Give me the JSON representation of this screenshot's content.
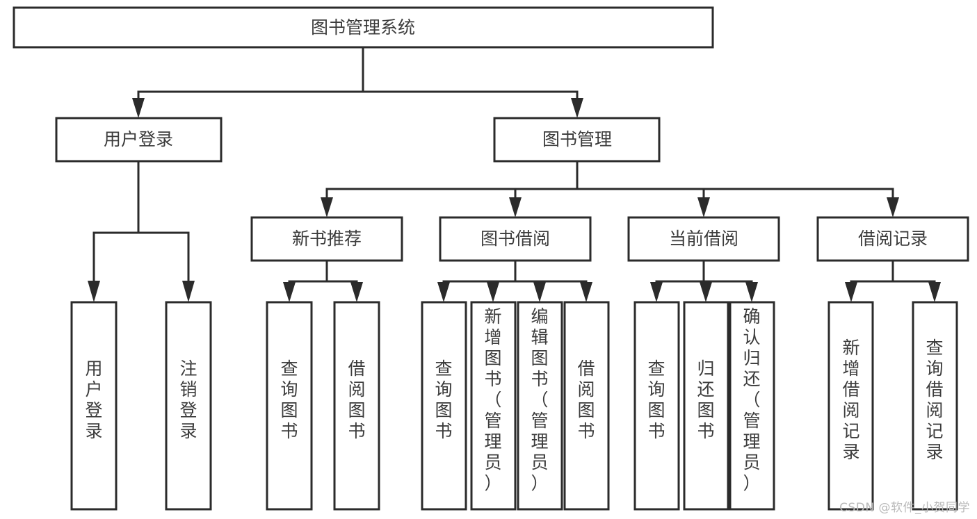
{
  "diagram": {
    "title": "图书管理系统",
    "type": "tree",
    "orientation": "top-down",
    "colors": {
      "box_fill": "#ffffff",
      "box_stroke": "#2b2b2b",
      "text": "#3c3c3c",
      "background": "#ffffff",
      "watermark": "#b9b9b9"
    },
    "levels": {
      "level1": "root",
      "level2": "modules",
      "level3": "sub-modules",
      "level4": "functions"
    }
  },
  "nodes": {
    "root": {
      "label": "图书管理系统",
      "orientation": "horizontal"
    },
    "level2": [
      {
        "id": "user-login",
        "label": "用户登录",
        "orientation": "horizontal"
      },
      {
        "id": "book-management",
        "label": "图书管理",
        "orientation": "horizontal"
      }
    ],
    "level3": [
      {
        "id": "new-book-recommend",
        "label": "新书推荐",
        "orientation": "horizontal",
        "parent": "book-management"
      },
      {
        "id": "book-borrow",
        "label": "图书借阅",
        "orientation": "horizontal",
        "parent": "book-management"
      },
      {
        "id": "current-borrow",
        "label": "当前借阅",
        "orientation": "horizontal",
        "parent": "book-management"
      },
      {
        "id": "borrow-record",
        "label": "借阅记录",
        "orientation": "horizontal",
        "parent": "book-management"
      }
    ],
    "leaves": [
      {
        "id": "leaf-user-login",
        "label": "用户登录",
        "orientation": "vertical",
        "parent": "user-login"
      },
      {
        "id": "leaf-user-logout",
        "label": "注销登录",
        "orientation": "vertical",
        "parent": "user-login"
      },
      {
        "id": "leaf-query-book-1",
        "label": "查询图书",
        "orientation": "vertical",
        "parent": "new-book-recommend"
      },
      {
        "id": "leaf-borrow-book-1",
        "label": "借阅图书",
        "orientation": "vertical",
        "parent": "new-book-recommend"
      },
      {
        "id": "leaf-query-book-2",
        "label": "查询图书",
        "orientation": "vertical",
        "parent": "book-borrow"
      },
      {
        "id": "leaf-add-book",
        "label": "新增图书（管理员）",
        "orientation": "vertical",
        "parent": "book-borrow"
      },
      {
        "id": "leaf-edit-book",
        "label": "编辑图书（管理员）",
        "orientation": "vertical",
        "parent": "book-borrow"
      },
      {
        "id": "leaf-borrow-book-2",
        "label": "借阅图书",
        "orientation": "vertical",
        "parent": "book-borrow"
      },
      {
        "id": "leaf-query-book-3",
        "label": "查询图书",
        "orientation": "vertical",
        "parent": "current-borrow"
      },
      {
        "id": "leaf-return-book",
        "label": "归还图书",
        "orientation": "vertical",
        "parent": "current-borrow"
      },
      {
        "id": "leaf-confirm-return",
        "label": "确认归还（管理员）",
        "orientation": "vertical",
        "parent": "current-borrow"
      },
      {
        "id": "leaf-add-record",
        "label": "新增借阅记录",
        "orientation": "vertical",
        "parent": "borrow-record"
      },
      {
        "id": "leaf-query-record",
        "label": "查询借阅记录",
        "orientation": "vertical",
        "parent": "borrow-record"
      }
    ]
  },
  "watermark": {
    "text": "CSDN @软件_小贺同学"
  }
}
